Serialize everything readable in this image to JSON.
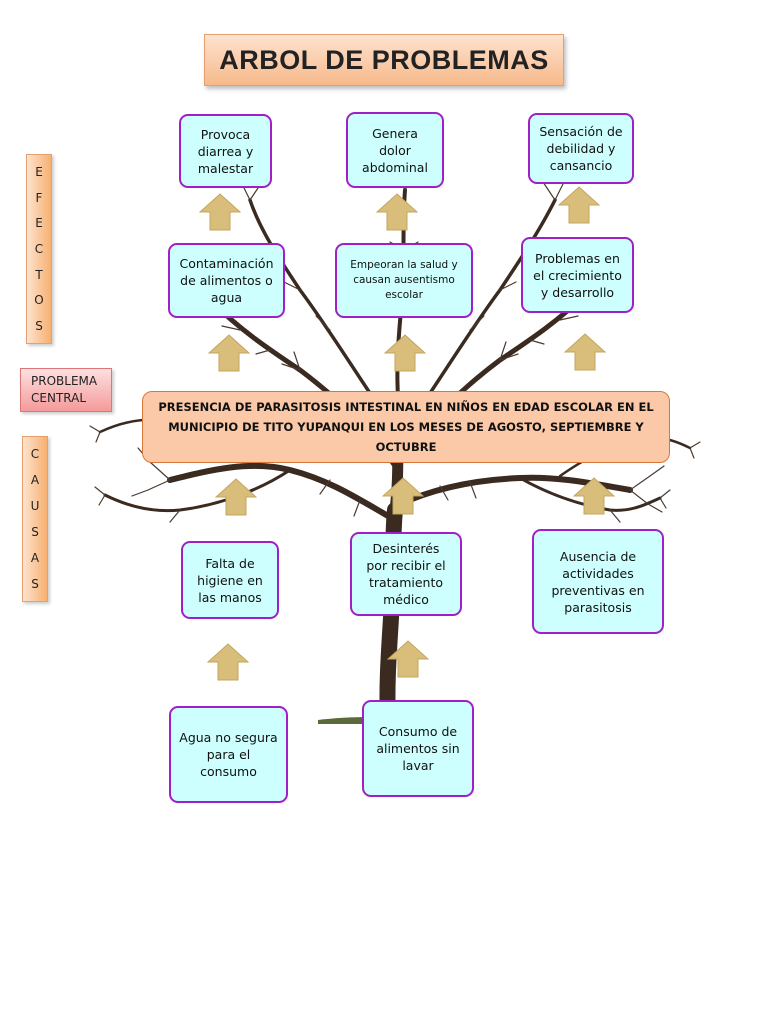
{
  "title": "ARBOL DE PROBLEMAS",
  "side_labels": {
    "efectos": [
      "E",
      "F",
      "E",
      "C",
      "T",
      "O",
      "S"
    ],
    "problema_central": "PROBLEMA\nCENTRAL",
    "causas": [
      "C",
      "A",
      "U",
      "S",
      "A",
      "S"
    ]
  },
  "effects_top": [
    "Provoca\ndiarrea y\nmalestar",
    "Genera\ndolor\nabdominal",
    "Sensación de\ndebilidad y\ncansancio"
  ],
  "effects_mid": [
    "Contaminación\nde alimentos o\nagua",
    "Empeoran la salud y\ncausan ausentismo\nescolar",
    "Problemas en\nel crecimiento\ny desarrollo"
  ],
  "central_problem": "PRESENCIA DE PARASITOSIS INTESTINAL EN NIÑOS EN EDAD ESCOLAR EN EL MUNICIPIO DE TITO YUPANQUI EN LOS MESES DE AGOSTO, SEPTIEMBRE Y OCTUBRE",
  "causes_mid": [
    "Falta de\nhigiene en\nlas manos",
    "Desinterés\npor recibir el\ntratamiento\nmédico",
    "Ausencia de\nactividades\npreventivas en\nparasitosis"
  ],
  "causes_bottom": [
    "Agua no segura\npara el\nconsumo",
    "Consumo de\nalimentos sin\nlavar"
  ],
  "colors": {
    "box_fill": "#ccfffe",
    "box_border": "#a020c8",
    "central_fill": "#fbc9a8",
    "arrow_fill": "#d8be7a",
    "tree": "#3a2a20"
  }
}
